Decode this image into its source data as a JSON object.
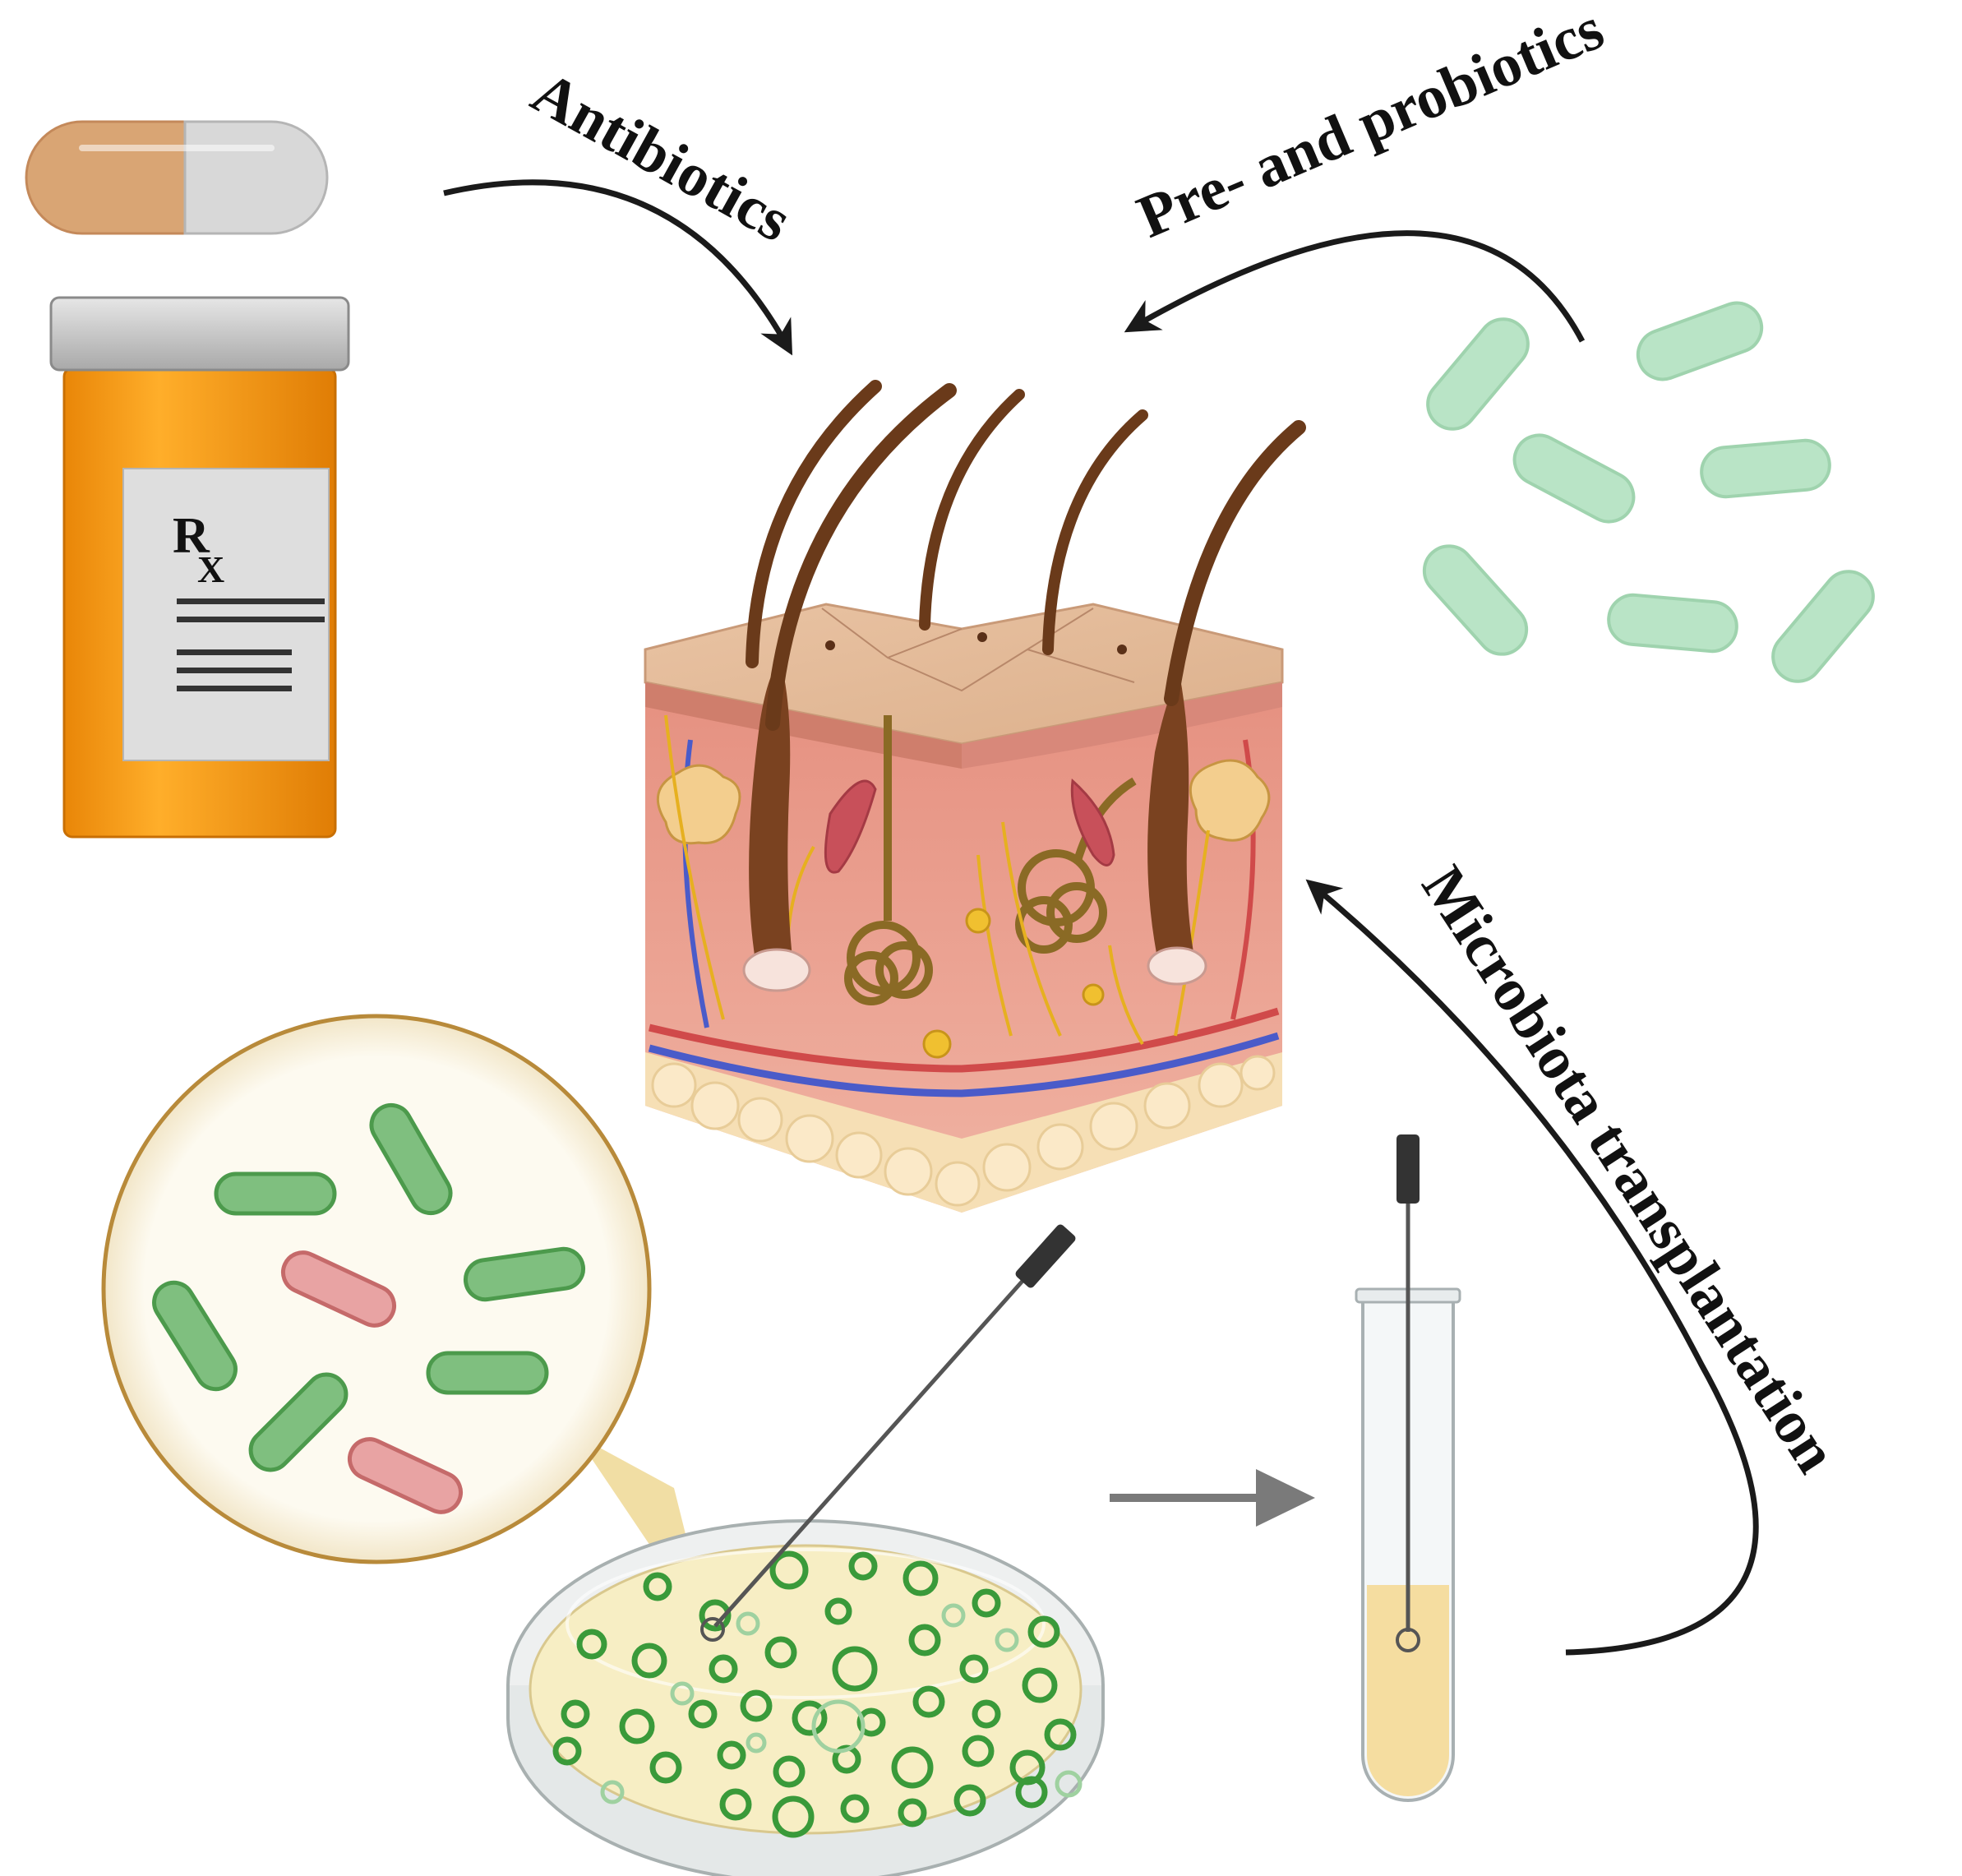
{
  "labels": {
    "antibiotics": "Antibiotics",
    "pre_probiotics": "Pre- and probiotics",
    "microbiota": "Microbiota transplantation",
    "rx_r": "R",
    "rx_x": "X"
  },
  "colors": {
    "arrow": "#1a1a1a",
    "capsule_left": "#d9a574",
    "capsule_right": "#d8d8d8",
    "bottle": "#f59a12",
    "probiotic_bacteria": "#b9e4c6",
    "good_bacteria": "#7fbf7f",
    "bad_bacteria": "#e8a3a3",
    "dermis": "#eea99a",
    "fat": "#f6dfb5",
    "hair": "#6a3a1a",
    "petri_media": "#f7eec4",
    "tube_liquid": "#f5dda0"
  }
}
